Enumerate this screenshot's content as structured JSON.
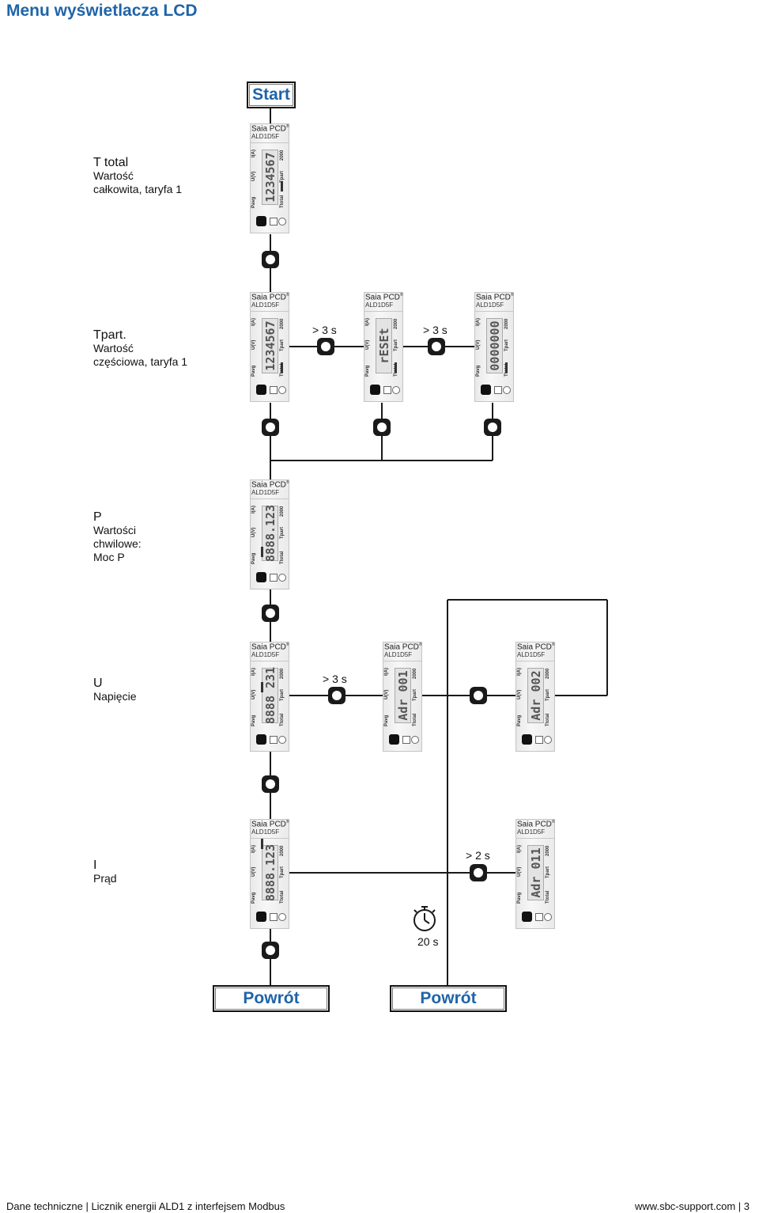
{
  "title": "Menu wyświetlacza LCD",
  "start_label": "Start",
  "back_labels": [
    "Powrót",
    "Powrót"
  ],
  "device": {
    "brand": "Saia PCD",
    "reg": "®",
    "model": "ALD1D5F",
    "flags_left": [
      "Pavg",
      "U(V)",
      "I(A)"
    ],
    "flags_right": [
      "Ttotal",
      "Tpart",
      "2000"
    ]
  },
  "sections": {
    "t_total": {
      "head": "T total",
      "lines": [
        "Wartość",
        "całkowita, taryfa 1"
      ]
    },
    "t_part": {
      "head": "Tpart.",
      "lines": [
        "Wartość",
        "częściowa, taryfa 1"
      ]
    },
    "p": {
      "head": "P",
      "lines": [
        "Wartości",
        "chwilowe:",
        "Moc P"
      ]
    },
    "u": {
      "head": "U",
      "lines": [
        "Napięcie"
      ]
    },
    "i": {
      "head": "I",
      "lines": [
        "Prąd"
      ]
    }
  },
  "lcd_values": {
    "t_total": "1234567",
    "t_part_1": "1234567",
    "t_part_2": "rESEt",
    "t_part_3": "0000000",
    "p": "8888.123",
    "u_1": "8888 231",
    "u_2": "Adr 001",
    "u_3": "Adr 002",
    "i_1": "8888.123",
    "i_2": "Adr 011"
  },
  "arrow_labels": {
    "hold_3s": "> 3 s",
    "hold_2s": "> 2 s"
  },
  "timer_label": "20 s",
  "footer": {
    "left": "Dane techniczne  |  Licznik energii ALD1 z interfejsem Modbus",
    "right": "www.sbc-support.com  |  3"
  }
}
